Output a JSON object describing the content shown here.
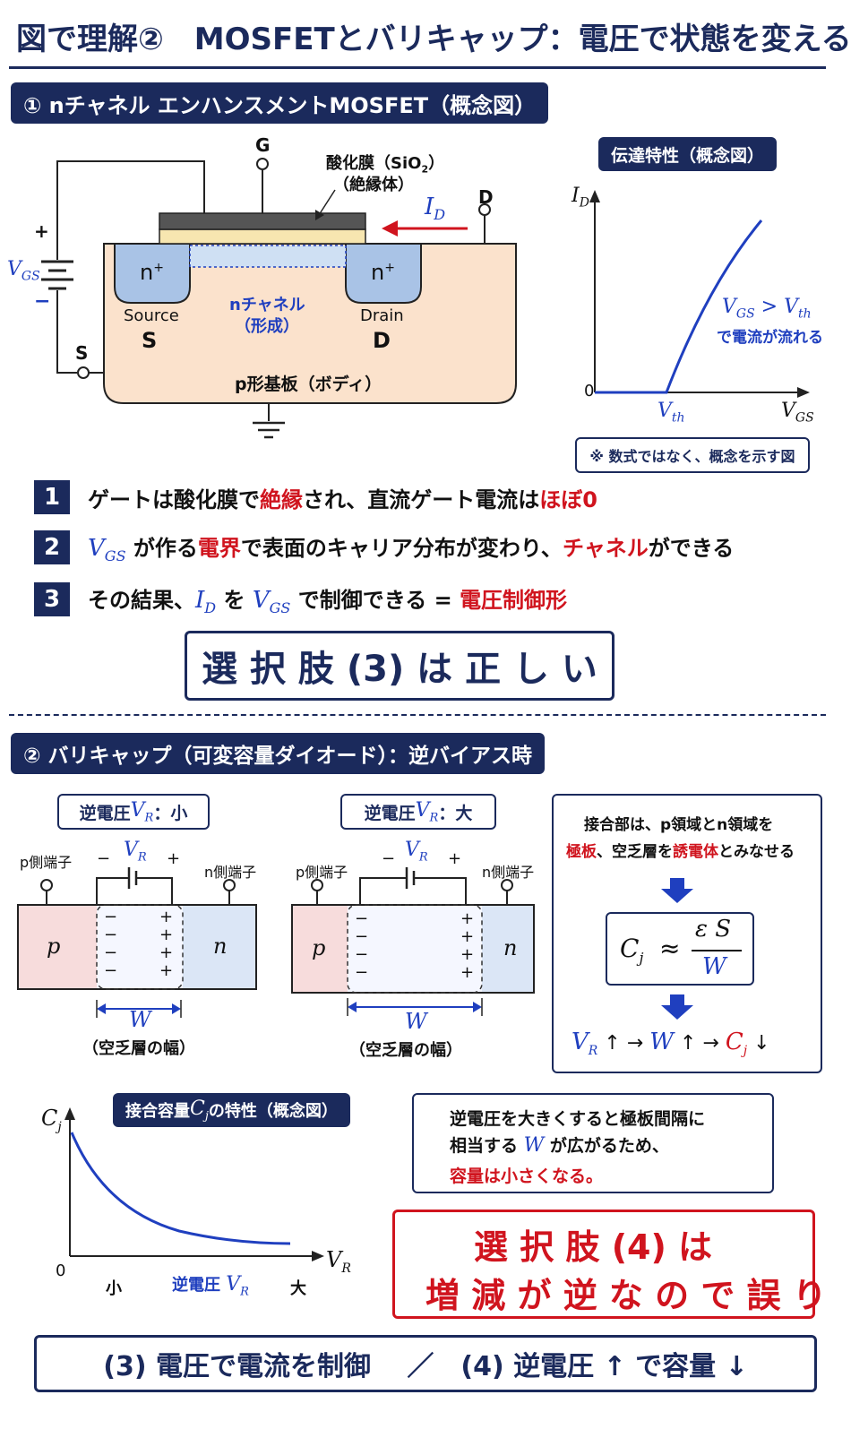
{
  "title": "図で理解②　MOSFETとバリキャップ：電圧で状態を変える",
  "section1": {
    "header": "① nチャネル エンハンスメントMOSFET（概念図）",
    "diagram": {
      "gate": "G",
      "oxide_line1": "酸化膜（SiO",
      "oxide_sub": "2",
      "oxide_close": "）",
      "oxide_line2": "（絶縁体）",
      "id_label": "I",
      "id_sub": "D",
      "drain_terminal": "D",
      "plus": "+",
      "minus": "−",
      "vgs": "V",
      "vgs_sub": "GS",
      "source_terminal": "S",
      "nplus": "n",
      "nplus_sup": "+",
      "channel_line1": "nチャネル",
      "channel_line2": "（形成）",
      "source_en": "Source",
      "source_letter": "S",
      "drain_en": "Drain",
      "drain_letter": "D",
      "substrate": "p形基板（ボディ）"
    },
    "transfer": {
      "header": "伝達特性（概念図）",
      "y_label": "I",
      "y_sub": "D",
      "x_label": "V",
      "x_sub": "GS",
      "zero": "0",
      "vth": "V",
      "vth_sub": "th",
      "cond_a": "V",
      "cond_a_sub": "GS",
      "cond_gt": " > ",
      "cond_b": "V",
      "cond_b_sub": "th",
      "cond_text": "で電流が流れる",
      "note": "※ 数式ではなく、概念を示す図"
    },
    "points": [
      {
        "num": "1",
        "a": "ゲートは酸化膜で",
        "b": "絶縁",
        "c": "され、直流ゲート電流は",
        "d": "ほぼ0"
      },
      {
        "num": "2",
        "v": "V",
        "vsub": "GS",
        "a": " が作る",
        "b": "電界",
        "c": "で表面のキャリア分布が変わり、",
        "d": "チャネル",
        "e": "ができる"
      },
      {
        "num": "3",
        "a": "その結果、",
        "i": "I",
        "isub": "D",
        "b": " を ",
        "v": "V",
        "vsub": "GS",
        "c": " で制御できる = ",
        "d": "電圧制御形"
      }
    ],
    "verdict": "選 択 肢 (3) は 正 し い"
  },
  "section2": {
    "header": "② バリキャップ（可変容量ダイオード）：逆バイアス時",
    "small": {
      "label_a": "逆電圧 ",
      "label_v": "V",
      "label_sub": "R",
      "label_b": "：小",
      "p_term": "p側端子",
      "n_term": "n側端子",
      "minus": "−",
      "plus": "+",
      "p": "p",
      "n": "n",
      "w": "W",
      "w_caption": "（空乏層の幅）"
    },
    "large": {
      "label_a": "逆電圧 ",
      "label_v": "V",
      "label_sub": "R",
      "label_b": "：大",
      "p_term": "p側端子",
      "n_term": "n側端子",
      "minus": "−",
      "plus": "+",
      "p": "p",
      "n": "n",
      "w": "W",
      "w_caption": "（空乏層の幅）"
    },
    "explain": {
      "line1": "接合部は、p領域とn領域を",
      "l2a": "極板",
      "l2b": "、空乏層を",
      "l2c": "誘電体",
      "l2d": "とみなせる",
      "f_c": "C",
      "f_csub": "j",
      "f_approx": "≈",
      "f_num": "ε S",
      "f_den": "W",
      "chain_v": "V",
      "chain_vsub": "R",
      "chain_up1": "↑ →",
      "chain_w": "W",
      "chain_up2": "↑ →",
      "chain_c": "C",
      "chain_csub": "j",
      "chain_down": "↓"
    },
    "cj_chart": {
      "header_a": "接合容量 ",
      "header_c": "C",
      "header_sub": "j",
      "header_b": " の特性（概念図）",
      "y_label": "C",
      "y_sub": "j",
      "x_label": "V",
      "x_sub": "R",
      "zero": "0",
      "small": "小",
      "mid_a": "逆電圧 ",
      "mid_v": "V",
      "mid_sub": "R",
      "large": "大"
    },
    "note": {
      "line1": "逆電圧を大きくすると極板間隔に",
      "l2a": "相当する ",
      "l2w": "W",
      "l2b": " が広がるため、",
      "line3": "容量は小さくなる。"
    },
    "verdict_line1": "選 択 肢 (4) は",
    "verdict_line2": "増 減 が 逆 な の で 誤 り"
  },
  "summary": "(3) 電圧で電流を制御　 ／　(4) 逆電圧 ↑ で容量 ↓",
  "colors": {
    "navy": "#1b2a5c",
    "red": "#d0141e",
    "blue": "#1f3fbf",
    "n_region": "#a9c3e6",
    "substrate": "#fbe2cc"
  }
}
